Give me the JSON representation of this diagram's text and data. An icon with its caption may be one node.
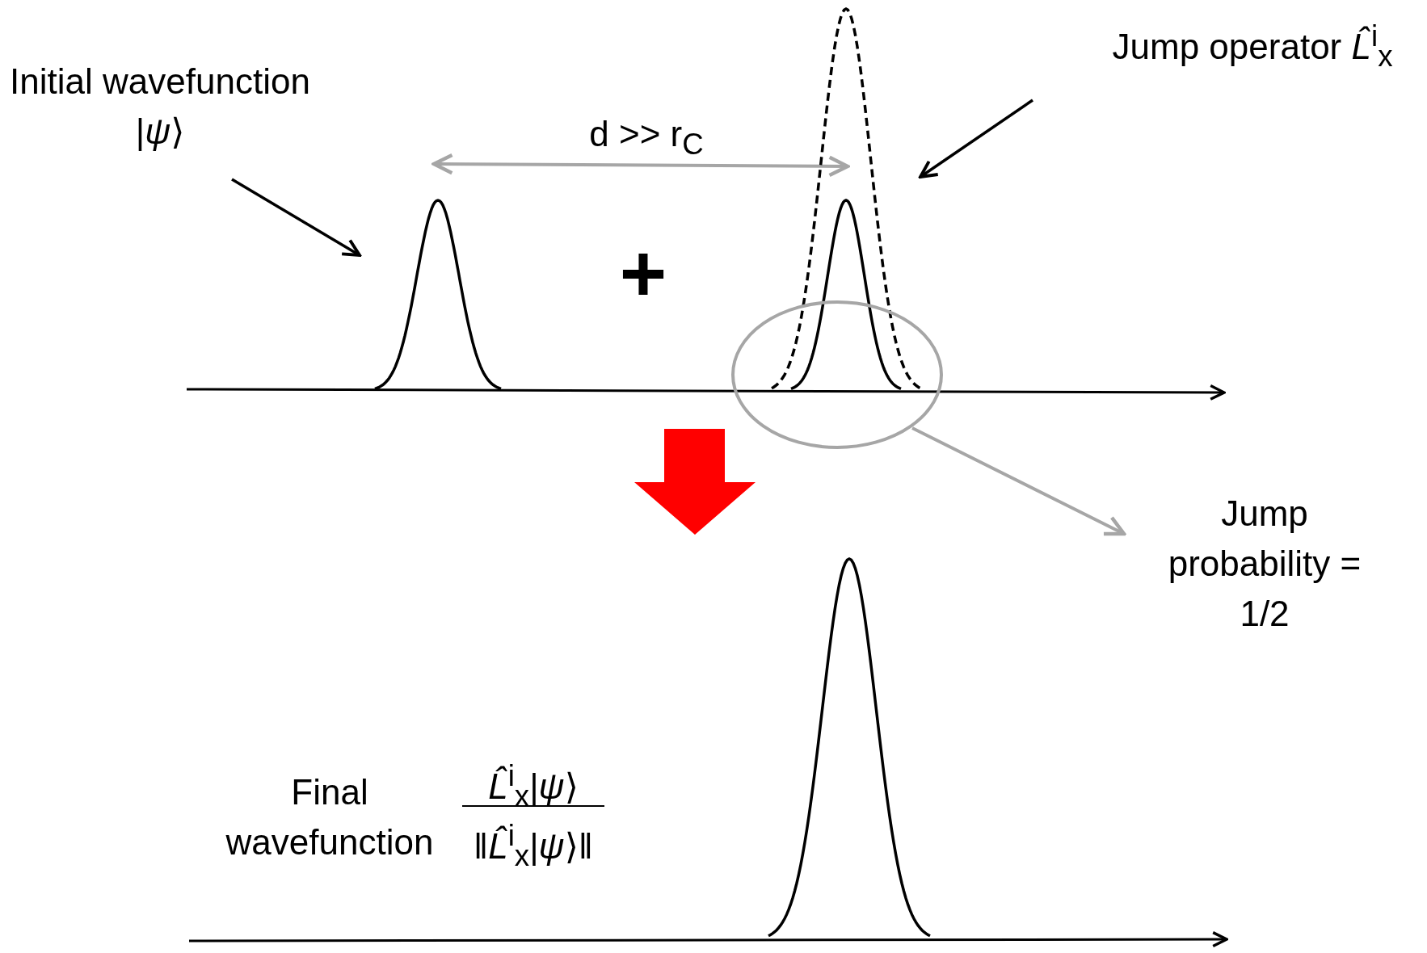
{
  "diagram": {
    "nodes": [
      {
        "text": [
          "Initial wavefunction |*ψ*⟩"
        ]
      },
      {
        "text": [],
        "shape": "picture"
      },
      {
        "text": [
          "Jump operator *L̂*$^{i}$$_{x}$"
        ]
      },
      {
        "text": [],
        "shape": "picture"
      },
      {
        "text": [],
        "shape": "circle"
      },
      {
        "text": [
          "Jump probability = 1/2"
        ]
      }
    ],
    "edges": [
      {
        "from": 0,
        "to": 1,
        "arrow": "to"
      },
      {
        "from": 2,
        "to": 3,
        "arrow": "to"
      },
      {
        "from": 4,
        "to": 5,
        "arrow": "to",
        "color": "#a6a6a6"
      }
    ],
    "labels": [
      "d >> r$_{C}$",
      "+",
      "Final wavefunction",
      "*L̂*$^{i}$$_{x}$|*ψ*⟩",
      "‖*L̂*$^{i}$$_{x}$|*ψ*⟩‖"
    ]
  }
}
